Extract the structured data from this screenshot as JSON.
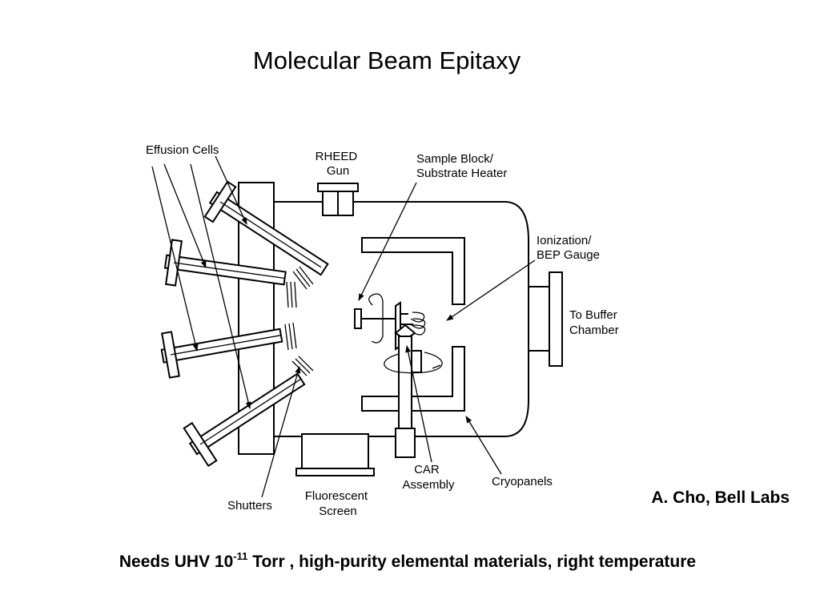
{
  "title": "Molecular Beam Epitaxy",
  "credit": "A. Cho, Bell Labs",
  "footer": {
    "prefix": "Needs UHV 10",
    "exponent": "-11",
    "suffix": " Torr , high-purity elemental materials, right temperature"
  },
  "labels": {
    "effusion_cells": "Effusion Cells",
    "rheed_gun": [
      "RHEED",
      "Gun"
    ],
    "sample_block": [
      "Sample Block/",
      "Substrate Heater"
    ],
    "ionization_gauge": [
      "Ionization/",
      "BEP Gauge"
    ],
    "buffer_chamber": [
      "To Buffer",
      "Chamber"
    ],
    "car_assembly": [
      "CAR",
      "Assembly"
    ],
    "cryopanels": "Cryopanels",
    "fluorescent_screen": [
      "Fluorescent",
      "Screen"
    ],
    "shutters": "Shutters"
  }
}
